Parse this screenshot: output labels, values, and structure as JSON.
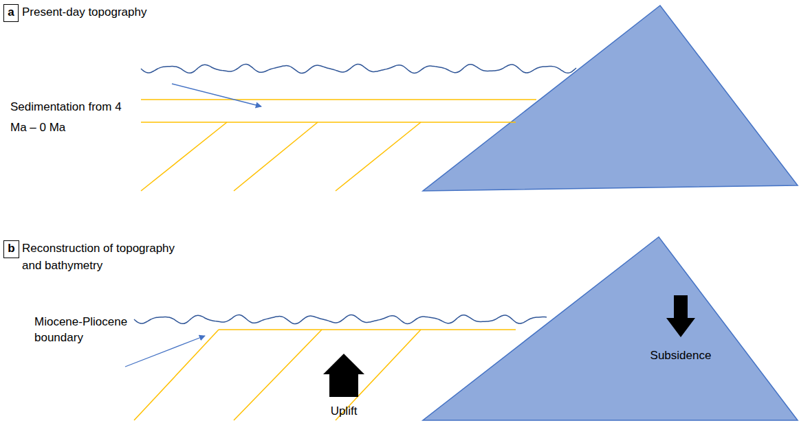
{
  "diagram": {
    "nodes": [
      {
        "text": [
          "a"
        ]
      },
      {
        "text": [
          "b"
        ]
      },
      {
        "text": [
          "Subsidence"
        ]
      }
    ],
    "labels": [
      "Present-day topography",
      "Sedimentation from 4 Ma – 0 Ma",
      "Reconstruction of topography and bathymetry",
      "Miocene-Pliocene boundary",
      "Uplift"
    ]
  }
}
